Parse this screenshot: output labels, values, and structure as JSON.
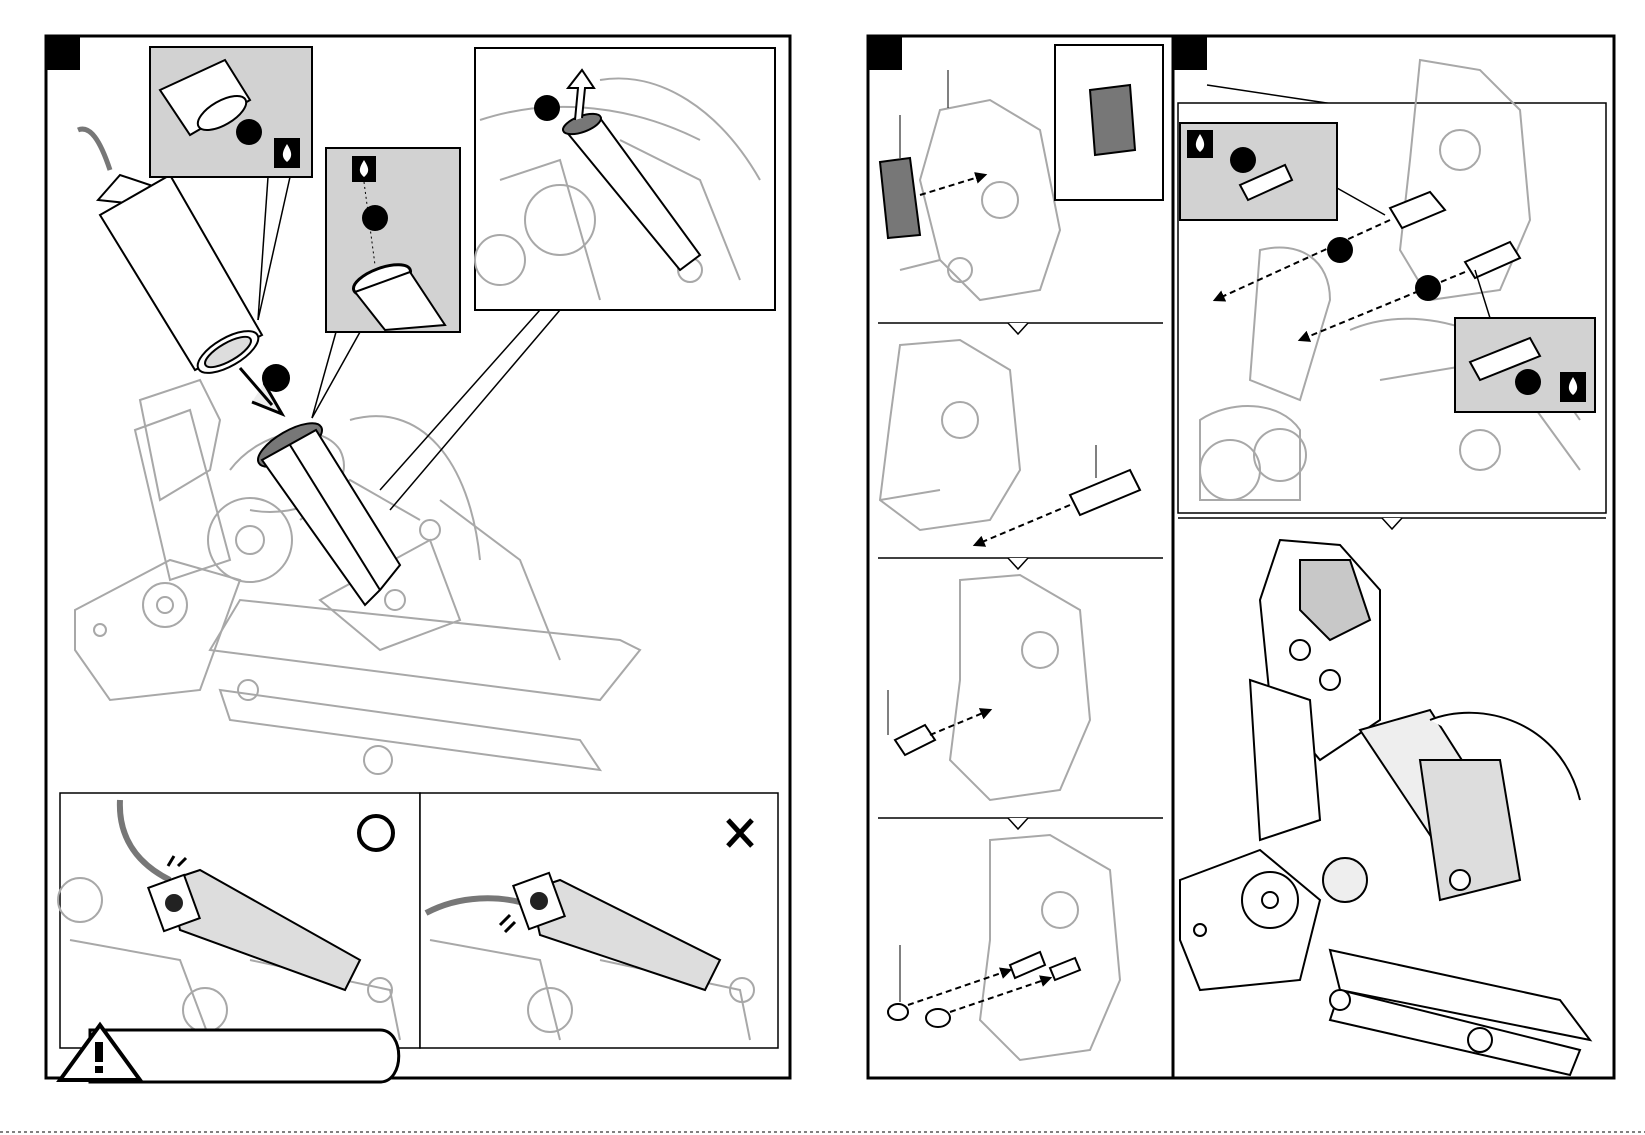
{
  "page": {
    "panels": [
      {
        "id": "left-step",
        "marker": ""
      },
      {
        "id": "middle-step",
        "marker": ""
      },
      {
        "id": "right-step",
        "marker": ""
      }
    ],
    "callout_badges": [
      "",
      "",
      "",
      "",
      "",
      "",
      ""
    ],
    "icons": [
      "oil-drop-icon",
      "correct-circle-icon",
      "wrong-cross-icon",
      "warning-triangle-icon"
    ],
    "warning_text": "",
    "colors": {
      "line": "#000000",
      "light_line": "#9a9a9a",
      "inset_bg": "#d2d2d2",
      "part_fill": "#c8c8c8",
      "dark": "#111111"
    }
  }
}
